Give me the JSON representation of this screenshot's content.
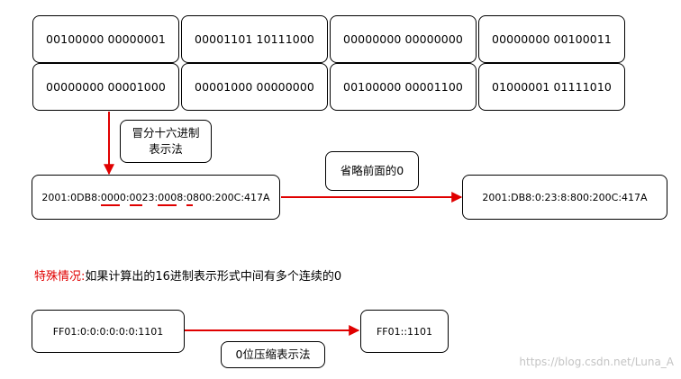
{
  "binary_rows": [
    [
      "00100000 00000001",
      "00001101 10111000",
      "00000000 00000000",
      "00000000 00100011"
    ],
    [
      "00000000 00001000",
      "00001000 00000000",
      "00100000 00001100",
      "01000001 01111010"
    ]
  ],
  "convert_label": [
    "冒分十六进制",
    "表示法"
  ],
  "full_hex": {
    "segments": [
      {
        "text": "2001:0DB8:",
        "underline": false
      },
      {
        "text": "000",
        "underline": true
      },
      {
        "text": "0:",
        "underline": false
      },
      {
        "text": "00",
        "underline": true
      },
      {
        "text": "23:",
        "underline": false
      },
      {
        "text": "000",
        "underline": true
      },
      {
        "text": "8:",
        "underline": false
      },
      {
        "text": "0",
        "underline": true
      },
      {
        "text": "800:200C:417A",
        "underline": false
      }
    ]
  },
  "omit_label": "省略前面的0",
  "short_hex": "2001:DB8:0:23:8:800:200C:417A",
  "special_note": {
    "prefix": "特殊情况:",
    "text": "如果计算出的16进制表示形式中间有多个连续的0"
  },
  "zero_full": "FF01:0:0:0:0:0:0:1101",
  "zero_short": "FF01::1101",
  "zero_label": "0位压缩表示法",
  "watermark": "https://blog.csdn.net/Luna_A",
  "colors": {
    "arrow": "#e00000",
    "border": "#000000",
    "note_prefix": "#e00000",
    "watermark": "#c4c4c4"
  }
}
